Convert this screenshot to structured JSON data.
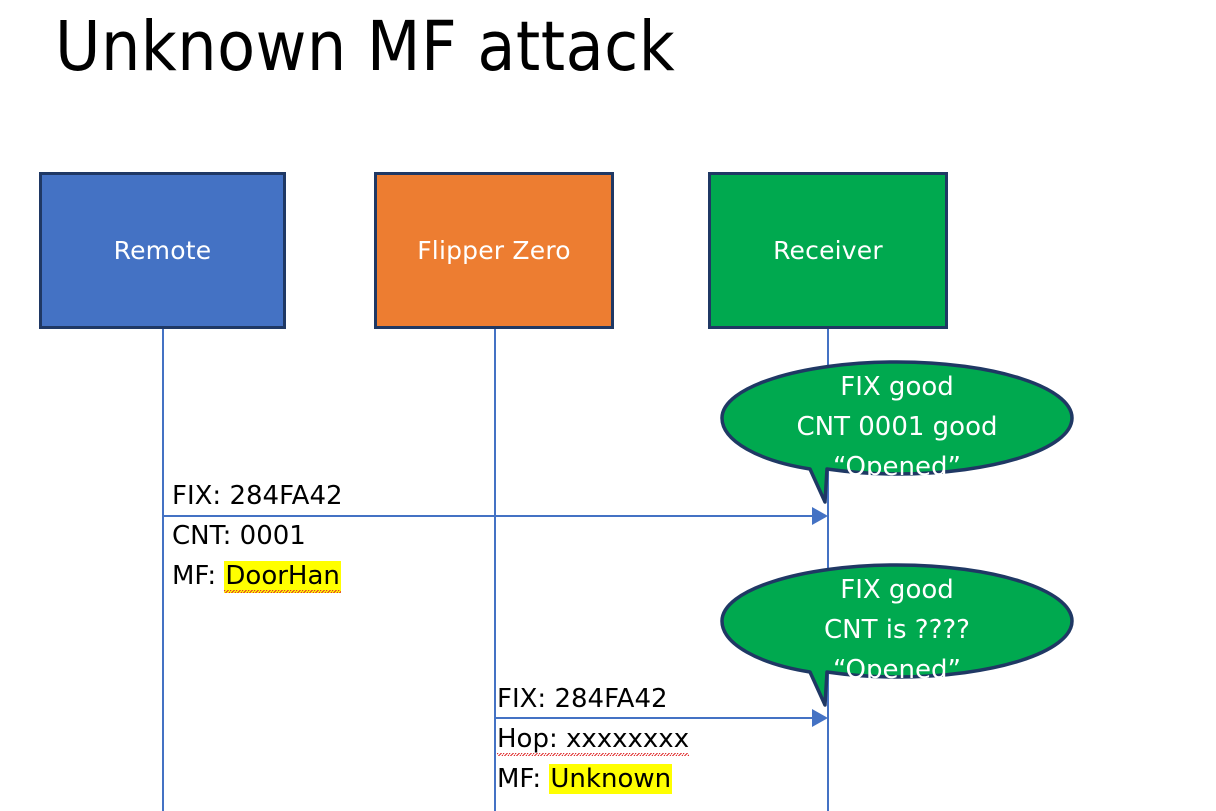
{
  "slide": {
    "title": "Unknown MF attack",
    "background": "#ffffff"
  },
  "colors": {
    "remote": "#4472C4",
    "flipper": "#ED7D31",
    "receiver": "#00A94F",
    "box_border": "#1F3864",
    "lifeline": "#4472C4",
    "arrow": "#4472C4",
    "highlight": "#FFFF00",
    "text_dark": "#000000",
    "text_light": "#ffffff",
    "spellcheck_underline": "#e03030"
  },
  "actors": [
    {
      "id": "remote",
      "label": "Remote"
    },
    {
      "id": "flipper",
      "label": "Flipper Zero"
    },
    {
      "id": "receiver",
      "label": "Receiver"
    }
  ],
  "messages": [
    {
      "id": "remote-to-receiver",
      "from": "remote",
      "to": "receiver",
      "lines": [
        {
          "text": "FIX: 284FA42",
          "highlight": false,
          "spellcheck": false
        },
        {
          "text": "CNT: 0001",
          "highlight": false,
          "spellcheck": false
        }
      ],
      "mf_prefix": "MF: ",
      "mf_value": "DoorHan",
      "mf_highlight": true,
      "mf_spellcheck": true
    },
    {
      "id": "flipper-to-receiver",
      "from": "flipper",
      "to": "receiver",
      "lines": [
        {
          "text": "FIX: 284FA42",
          "highlight": false,
          "spellcheck": false
        },
        {
          "text": "Hop: xxxxxxxx",
          "highlight": false,
          "spellcheck": true
        }
      ],
      "mf_prefix": "MF: ",
      "mf_value": "Unknown",
      "mf_highlight": true,
      "mf_spellcheck": false
    }
  ],
  "bubbles": [
    {
      "id": "bubble-first",
      "lines": [
        "FIX good",
        "CNT 0001 good",
        "“Opened”"
      ]
    },
    {
      "id": "bubble-second",
      "lines": [
        "FIX good",
        "CNT is ????",
        "“Opened”"
      ]
    }
  ]
}
